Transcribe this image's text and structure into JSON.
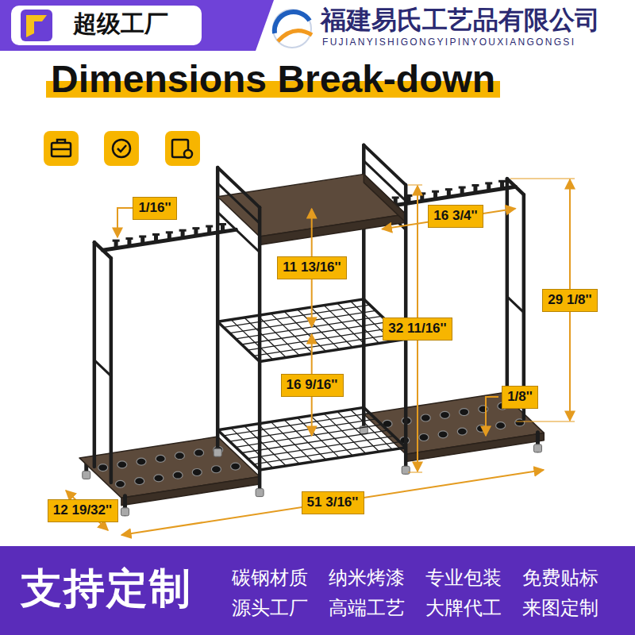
{
  "diagram": {
    "title": "Dimensions Break-down",
    "nodes": [
      {
        "text": [
          "1/16''"
        ]
      },
      {
        "text": [
          "16 3/4''"
        ]
      },
      {
        "text": [
          "11 13/16''"
        ]
      },
      {
        "text": [
          "29 1/8''"
        ]
      },
      {
        "text": [
          "32 11/16''"
        ]
      },
      {
        "text": [
          "16 9/16''"
        ]
      },
      {
        "text": [
          "1/8''"
        ]
      },
      {
        "text": [
          "51 3/16''"
        ]
      },
      {
        "text": [
          "12 19/32''"
        ]
      }
    ],
    "labels": [
      "超级工厂",
      "福建易氏工艺品有限公司",
      "FUJIANYISHIGONGYIPINYOUXIANGONGSI",
      "支持定制",
      "碳钢材质",
      "纳米烤漆",
      "专业包装",
      "免费贴标",
      "源头工厂",
      "高端工艺",
      "大牌代工",
      "来图定制"
    ]
  }
}
